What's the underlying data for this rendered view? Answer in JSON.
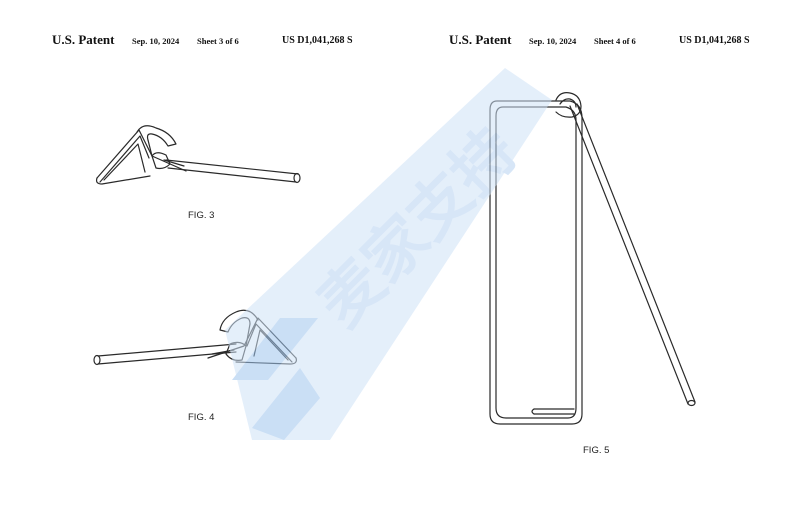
{
  "sheet_left": {
    "title": "U.S. Patent",
    "date": "Sep. 10, 2024",
    "sheet": "Sheet 3 of 6",
    "number": "US D1,041,268 S"
  },
  "sheet_right": {
    "title": "U.S. Patent",
    "date": "Sep. 10, 2024",
    "sheet": "Sheet 4 of 6",
    "number": "US D1,041,268 S"
  },
  "figures": {
    "fig3": "FIG. 3",
    "fig4": "FIG. 4",
    "fig5": "FIG. 5"
  },
  "watermark": {
    "text": "麦家支持",
    "color": "#bcd6f2"
  },
  "colors": {
    "line": "#2a2a2a",
    "background": "#ffffff"
  }
}
